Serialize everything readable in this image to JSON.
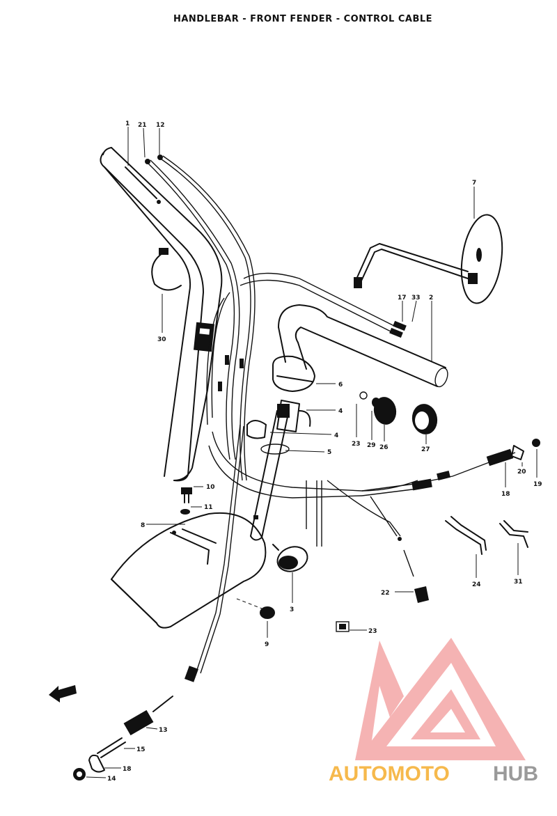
{
  "title": "HANDLEBAR - FRONT FENDER - CONTROL CABLE",
  "watermark": {
    "text_a": "AUTOMOTO",
    "text_b": "HUB",
    "color_logo": "#f4a6a6",
    "color_text_a": "#f6b94c",
    "color_text_b": "#9a9a9a"
  },
  "callouts": [
    {
      "id": "c1",
      "number": "1"
    },
    {
      "id": "c21a",
      "number": "21"
    },
    {
      "id": "c12",
      "number": "12"
    },
    {
      "id": "c7",
      "number": "7"
    },
    {
      "id": "c17",
      "number": "17"
    },
    {
      "id": "c33",
      "number": "33"
    },
    {
      "id": "c2",
      "number": "2"
    },
    {
      "id": "c30",
      "number": "30"
    },
    {
      "id": "c6",
      "number": "6"
    },
    {
      "id": "c4a",
      "number": "4"
    },
    {
      "id": "c4b",
      "number": "4"
    },
    {
      "id": "c5",
      "number": "5"
    },
    {
      "id": "c23a",
      "number": "23"
    },
    {
      "id": "c29",
      "number": "29"
    },
    {
      "id": "c26",
      "number": "26"
    },
    {
      "id": "c27",
      "number": "27"
    },
    {
      "id": "c18a",
      "number": "18"
    },
    {
      "id": "c20",
      "number": "20"
    },
    {
      "id": "c19",
      "number": "19"
    },
    {
      "id": "c10",
      "number": "10"
    },
    {
      "id": "c11",
      "number": "11"
    },
    {
      "id": "c8",
      "number": "8"
    },
    {
      "id": "c3",
      "number": "3"
    },
    {
      "id": "c9",
      "number": "9"
    },
    {
      "id": "c22",
      "number": "22"
    },
    {
      "id": "c23b",
      "number": "23"
    },
    {
      "id": "c24",
      "number": "24"
    },
    {
      "id": "c31",
      "number": "31"
    },
    {
      "id": "c13",
      "number": "13"
    },
    {
      "id": "c15",
      "number": "15"
    },
    {
      "id": "c18b",
      "number": "18"
    },
    {
      "id": "c14",
      "number": "14"
    }
  ]
}
